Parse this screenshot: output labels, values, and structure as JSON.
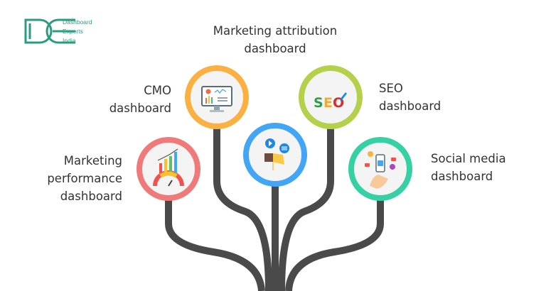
{
  "logo": {
    "line1": "Dashboard",
    "line2": "Experts",
    "line3": "India",
    "color": "#2a9d7f"
  },
  "nodes": [
    {
      "id": "marketing-performance",
      "line1": "Marketing",
      "line2": "performance",
      "line3": "dashboard",
      "ring_color": "#f07a7a",
      "icon": "gauge-chart-icon"
    },
    {
      "id": "cmo",
      "line1": "CMO",
      "line2": "dashboard",
      "ring_color": "#fbb041",
      "icon": "monitor-chart-icon"
    },
    {
      "id": "marketing-attribution",
      "line1": "Marketing attribution",
      "line2": "dashboard",
      "ring_color": "#42a5f5",
      "icon": "media-flag-icon"
    },
    {
      "id": "seo",
      "line1": "SEO",
      "line2": "dashboard",
      "ring_color": "#b5d04a",
      "icon": "seo-rocket-icon",
      "icon_text": "SEO"
    },
    {
      "id": "social-media",
      "line1": "Social media",
      "line2": "dashboard",
      "ring_color": "#35d0a4",
      "icon": "phone-social-icon"
    }
  ],
  "stem_color": "#4a4a4a"
}
